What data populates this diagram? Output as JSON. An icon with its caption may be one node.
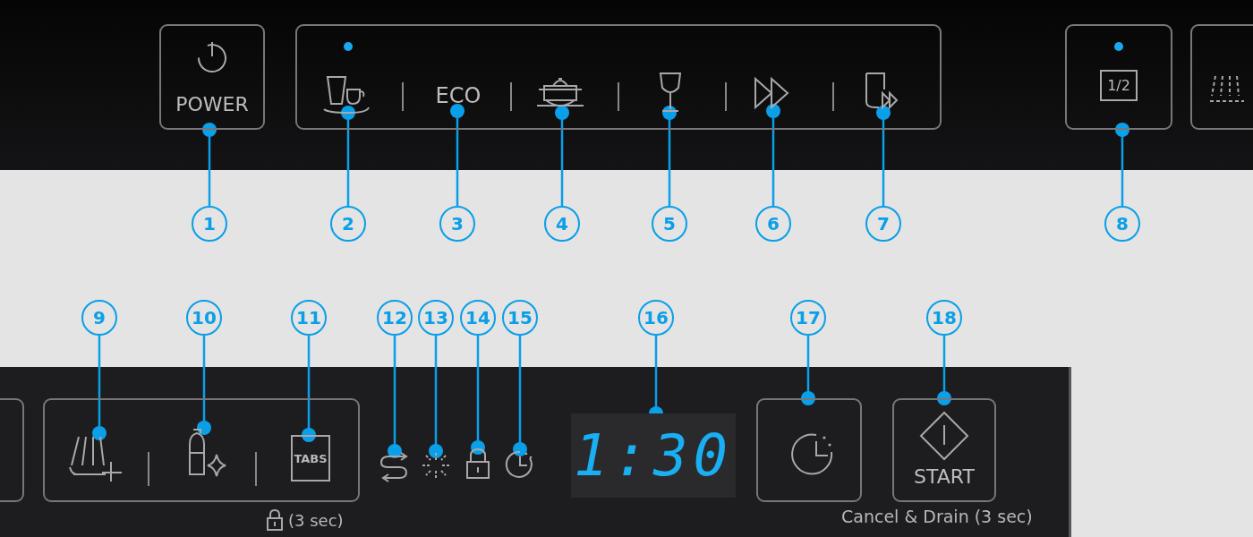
{
  "diagram": {
    "nodes": [
      {
        "text": [
          "1"
        ]
      },
      {
        "text": [
          "POWER"
        ]
      },
      {
        "text": [
          "2"
        ]
      },
      {
        "text": [],
        "shape": "picture"
      },
      {
        "text": [
          "3"
        ]
      },
      {
        "text": [
          "ECO"
        ]
      },
      {
        "text": [
          "4"
        ]
      },
      {
        "text": [],
        "shape": "picture"
      },
      {
        "text": [
          "5"
        ]
      },
      {
        "text": [],
        "shape": "picture"
      },
      {
        "text": [
          "6"
        ]
      },
      {
        "text": [],
        "shape": "picture"
      },
      {
        "text": [
          "7"
        ]
      },
      {
        "text": [],
        "shape": "picture"
      },
      {
        "text": [
          "8"
        ]
      },
      {
        "text": [
          "1/2"
        ]
      },
      {
        "text": [
          "9"
        ]
      },
      {
        "text": [],
        "shape": "picture"
      },
      {
        "text": [
          "10"
        ]
      },
      {
        "text": [],
        "shape": "picture"
      },
      {
        "text": [
          "11"
        ]
      },
      {
        "text": [
          "TABS"
        ]
      },
      {
        "text": [
          "12"
        ]
      },
      {
        "text": [],
        "shape": "picture"
      },
      {
        "text": [
          "13"
        ]
      },
      {
        "text": [],
        "shape": "picture"
      },
      {
        "text": [
          "14"
        ]
      },
      {
        "text": [],
        "shape": "picture"
      },
      {
        "text": [
          "15"
        ]
      },
      {
        "text": [],
        "shape": "picture"
      },
      {
        "text": [
          "16"
        ]
      },
      {
        "text": [
          "1:30"
        ]
      },
      {
        "text": [
          "17"
        ]
      },
      {
        "text": [],
        "shape": "picture"
      },
      {
        "text": [
          "18"
        ]
      },
      {
        "text": [
          "START"
        ]
      },
      {
        "text": [],
        "shape": "box"
      },
      {
        "text": [],
        "shape": "box"
      }
    ],
    "edges": [
      {
        "from": 0,
        "to": 1,
        "arrow": "other"
      },
      {
        "from": 2,
        "to": 3,
        "arrow": "other"
      },
      {
        "from": 4,
        "to": 5,
        "arrow": "other"
      },
      {
        "from": 6,
        "to": 7,
        "arrow": "other"
      },
      {
        "from": 8,
        "to": 9,
        "arrow": "other"
      },
      {
        "from": 10,
        "to": 11,
        "arrow": "other"
      },
      {
        "from": 12,
        "to": 13,
        "arrow": "other"
      },
      {
        "from": 14,
        "to": 15,
        "arrow": "other"
      },
      {
        "from": 16,
        "to": 17,
        "arrow": "other"
      },
      {
        "from": 18,
        "to": 19,
        "arrow": "other"
      },
      {
        "from": 20,
        "to": 21,
        "arrow": "other"
      },
      {
        "from": 22,
        "to": 23,
        "arrow": "other"
      },
      {
        "from": 24,
        "to": 25,
        "arrow": "other"
      },
      {
        "from": 26,
        "to": 27,
        "arrow": "other"
      },
      {
        "from": 28,
        "to": 29,
        "arrow": "other"
      },
      {
        "from": 30,
        "to": 31,
        "arrow": "other"
      },
      {
        "from": 32,
        "to": 33,
        "arrow": "other"
      },
      {
        "from": 34,
        "to": 35,
        "arrow": "other"
      }
    ],
    "labels": [
      "(3 sec)",
      "Cancel & Drain (3 sec)"
    ]
  }
}
